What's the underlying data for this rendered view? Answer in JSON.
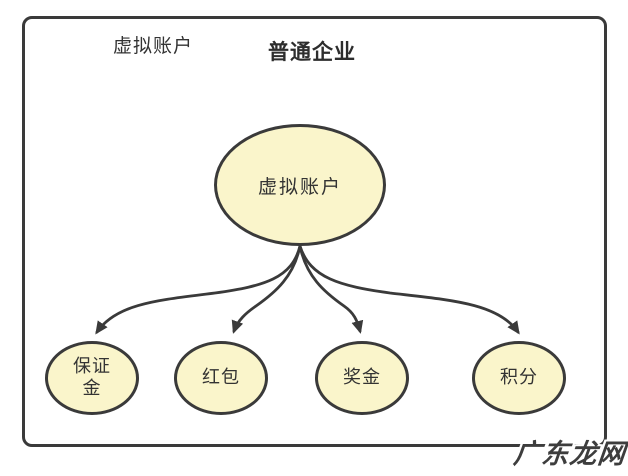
{
  "header": {
    "account_label": "虚拟账户",
    "title": "普通企业"
  },
  "diagram": {
    "root": {
      "label": "虚拟账户"
    },
    "children": [
      {
        "label": "保证金"
      },
      {
        "label": "红包"
      },
      {
        "label": "奖金"
      },
      {
        "label": "积分"
      }
    ]
  },
  "colors": {
    "node_fill": "#FAF5CB",
    "stroke": "#3A3A3A",
    "text": "#333333",
    "background": "#FFFFFF"
  },
  "watermark": {
    "text": "广东龙网"
  }
}
